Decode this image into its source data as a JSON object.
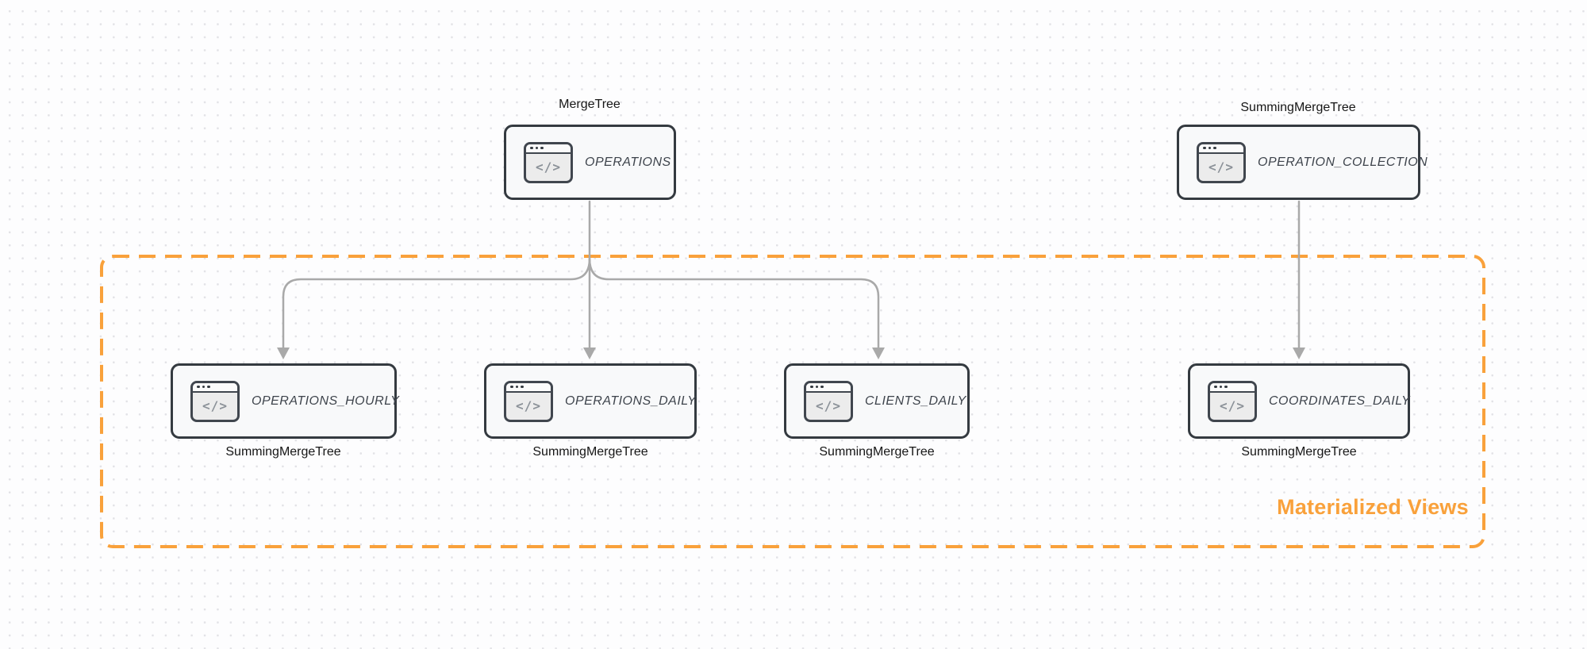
{
  "diagram": {
    "nodes": [
      {
        "id": "operations",
        "title": "OPERATIONS",
        "engine": "MergeTree",
        "engine_label_position": "above"
      },
      {
        "id": "operation-collection",
        "title": "OPERATION_COLLECTION",
        "engine": "SummingMergeTree",
        "engine_label_position": "above"
      },
      {
        "id": "operations-hourly",
        "title": "OPERATIONS_HOURLY",
        "engine": "SummingMergeTree",
        "engine_label_position": "below"
      },
      {
        "id": "operations-daily",
        "title": "OPERATIONS_DAILY",
        "engine": "SummingMergeTree",
        "engine_label_position": "below"
      },
      {
        "id": "clients-daily",
        "title": "CLIENTS_DAILY",
        "engine": "SummingMergeTree",
        "engine_label_position": "below"
      },
      {
        "id": "coordinates-daily",
        "title": "COORDINATES_DAILY",
        "engine": "SummingMergeTree",
        "engine_label_position": "below"
      }
    ],
    "connections": [
      {
        "from": "operations",
        "to": "operations-hourly"
      },
      {
        "from": "operations",
        "to": "operations-daily"
      },
      {
        "from": "operations",
        "to": "clients-daily"
      },
      {
        "from": "operation-collection",
        "to": "coordinates-daily"
      }
    ],
    "group": {
      "label": "Materialized Views",
      "border_color": "#f9a13b"
    },
    "icon": {
      "name": "code-window-icon",
      "glyph": "</>"
    },
    "colors": {
      "node_border": "#343a40",
      "node_fill": "#f8f9fa",
      "arrow": "#a9a9a9",
      "accent_orange": "#f9a13b",
      "dot_grid": "#e2e2e6"
    }
  }
}
